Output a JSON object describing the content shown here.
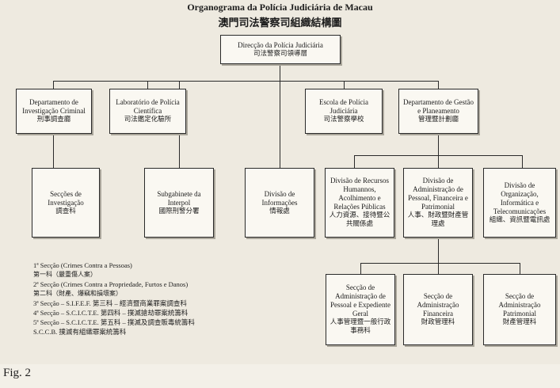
{
  "title": {
    "pt": "Organograma da Polícia Judiciária de Macau",
    "zh": "澳門司法警察司組織結構圖"
  },
  "top": {
    "pt": "Direcção da Polícia Judiciária",
    "zh": "司法警察司領導層"
  },
  "level2": [
    {
      "pt": "Departamento de Investigação Criminal",
      "zh": "刑事調查廳"
    },
    {
      "pt": "Laboratório de Polícia Científica",
      "zh": "司法鑑定化驗所"
    },
    {
      "pt": "Escola de Polícia Judiciária",
      "zh": "司法警察學校"
    },
    {
      "pt": "Departamento de Gestão e Planeamento",
      "zh": "管理暨計劃廳"
    }
  ],
  "level3": [
    {
      "pt": "Secções de Investigação",
      "zh": "調查科"
    },
    {
      "pt": "Subgabinete da Interpol",
      "zh": "國際刑警分署"
    },
    {
      "pt": "Divisão de Informações",
      "zh": "情報處"
    },
    {
      "pt": "Divisão de Recursos Humannos, Acolhimento e Relações Públicas",
      "zh": "人力資源、接待暨公共關係處"
    },
    {
      "pt": "Divisão de Administração de Pessoal, Financeira e Patrimonial",
      "zh": "人事、財政暨財產管理處"
    },
    {
      "pt": "Divisão de Organização, Informática e Telecomunicações",
      "zh": "組織、資訊暨電訊處"
    }
  ],
  "level4": [
    {
      "pt": "Secção de Administração de Pessoal e Expediente Geral",
      "zh": "人事管理暨一般行政事務科"
    },
    {
      "pt": "Secção de Administração Financeira",
      "zh": "財政管理科"
    },
    {
      "pt": "Secção de Administração Patrimonial",
      "zh": "財產管理科"
    }
  ],
  "notes": [
    {
      "text": "1ª Secção (Crimes Contra a Pessoas)",
      "zh": false
    },
    {
      "text": "第一科（嚴重傷人案）",
      "zh": true
    },
    {
      "text": "2ª Secção (Crimes Contra a Propriedade, Furtos e Danos)",
      "zh": false
    },
    {
      "text": "第二科（財產、爆竊和損壞案）",
      "zh": true
    },
    {
      "text": "3ª Secção – S.I.F.E.F. 第三科 – 經濟暨商業罪案調查科",
      "zh": false
    },
    {
      "text": "4ª Secção – S.C.I.C.T.E. 第四科 – 撲滅搶劫罪案統籌科",
      "zh": false
    },
    {
      "text": "5ª Secção – S.C.I.C.T.E. 第五科 – 撲滅及調查販毒統籌科",
      "zh": false
    },
    {
      "text": "S.C.C.B. 撲滅有組織罪案統籌科",
      "zh": false
    }
  ],
  "fig_label": "Fig. 2"
}
